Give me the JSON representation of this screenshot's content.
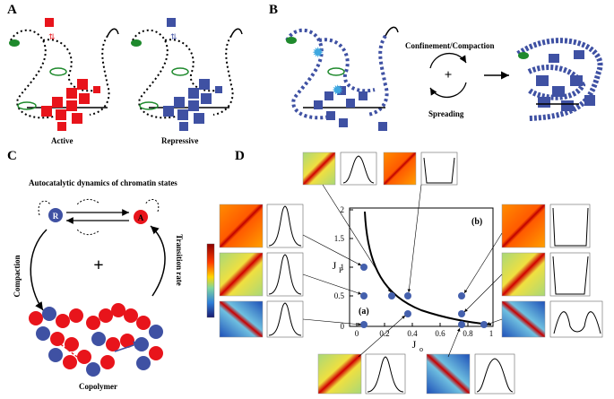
{
  "panel_labels": {
    "a": "A",
    "b": "B",
    "c": "C",
    "d": "D"
  },
  "panel_a": {
    "left_caption": "Active",
    "right_caption": "Repressive"
  },
  "panel_b": {
    "top_label": "Confinement/Compaction",
    "bottom_label": "Spreading",
    "plus": "+"
  },
  "panel_c": {
    "title": "Autocatalytic dynamics of chromatin states",
    "state_r": "R",
    "state_a": "A",
    "left_label": "Compaction",
    "right_label": "Transition rate",
    "plus": "+",
    "bottom_label": "Copolymer"
  },
  "panel_d": {
    "y_axis_label": "J",
    "y_axis_subscript": "F",
    "x_axis_label": "J",
    "x_axis_subscript": "o",
    "y_ticks": [
      "0",
      "0.5",
      "1",
      "1.5",
      "2"
    ],
    "x_ticks": [
      "0",
      "0.2",
      "0.4",
      "0.6",
      "0.8",
      "1"
    ],
    "region_a": "(a)",
    "region_b": "(b)",
    "colors": {
      "red": "#e8141b",
      "blue": "#3f51a3",
      "green": "#1f8a2d",
      "dot": "#4460ad"
    }
  }
}
